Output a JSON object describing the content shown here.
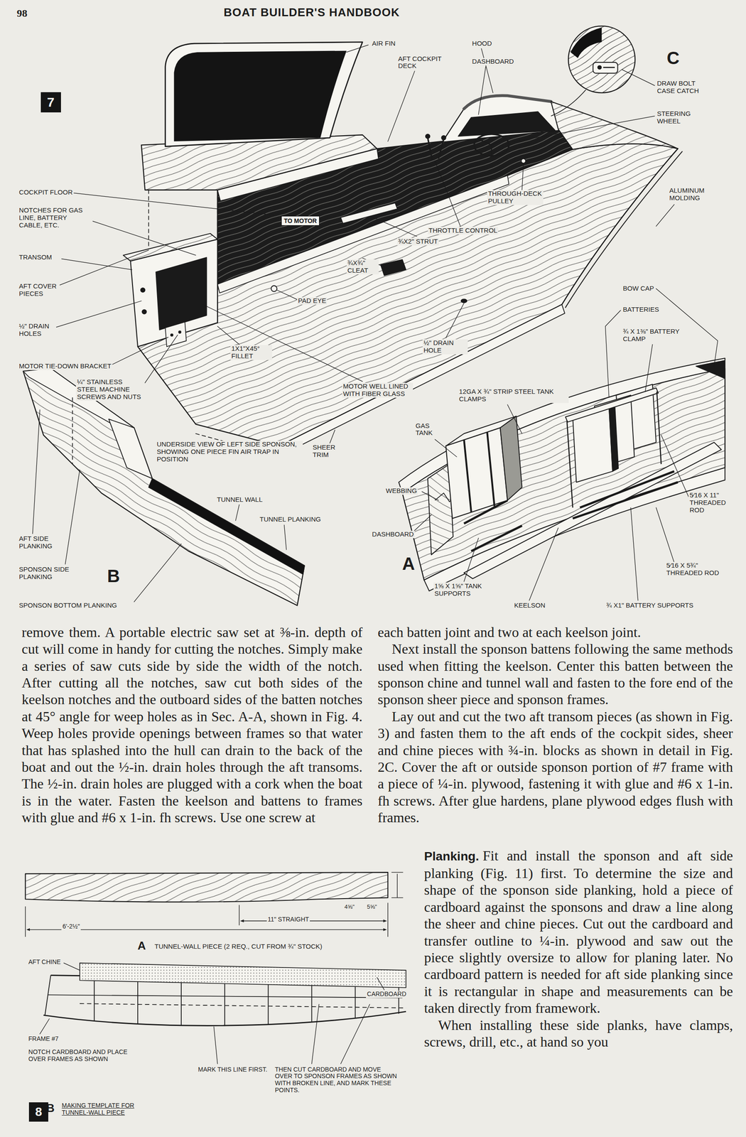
{
  "diagram": {
    "title": "BOAT BUILDER'S HANDBOOK",
    "nodes": [
      {
        "text": [
          "7"
        ]
      },
      {
        "text": [
          "TO MOTOR"
        ]
      },
      {
        "text": [
          "8"
        ]
      }
    ],
    "labels": [
      "98",
      "AIR FIN",
      "HOOD",
      "AFT COCKPIT DECK",
      "DASHBOARD",
      "C",
      "DRAW BOLT CASE CATCH",
      "STEERING WHEEL",
      "ALUMINUM MOLDING",
      "COCKPIT FLOOR",
      "NOTCHES FOR GAS LINE, BATTERY CABLE, ETC.",
      "TRANSOM",
      "THROUGH-DECK PULLEY",
      "THROTTLE CONTROL",
      "¾X2\" STRUT",
      "¾X¾\" CLEAT",
      "PAD EYE",
      "AFT COVER PIECES",
      "½\" DRAIN HOLES",
      "1X1\"X45° FILLET",
      "MOTOR TIE-DOWN BRACKET",
      "¼\" STAINLESS STEEL MACHINE SCREWS AND NUTS",
      "MOTOR WELL LINED WITH FIBER GLASS",
      "½\" DRAIN HOLE",
      "BOW CAP",
      "BATTERIES",
      "¾ X 1⅜\" BATTERY CLAMP",
      "12GA X ¾\" STRIP STEEL TANK CLAMPS",
      "GAS TANK",
      "SHEER TRIM",
      "UNDERSIDE VIEW OF LEFT SIDE SPONSON, SHOWING ONE PIECE FIN AIR TRAP IN POSITION",
      "TUNNEL WALL",
      "TUNNEL PLANKING",
      "WEBBING",
      "5⁄16 X 11\" THREADED ROD",
      "DASHBOARD",
      "A",
      "5⁄16 X 5¾\" THREADED ROD",
      "AFT SIDE PLANKING",
      "SPONSON SIDE PLANKING",
      "B",
      "SPONSON BOTTOM PLANKING",
      "1⅝ X 1⅝\" TANK SUPPORTS",
      "KEELSON",
      "¾ X1\" BATTERY SUPPORTS",
      "remove them. A portable electric saw set at ⅜-in. depth of cut will come in handy for cutting the notches. Simply make a series of saw cuts side by side the width of the notch. After cutting all the notches, saw cut both sides of the keelson notches and the outboard sides of the batten notches at 45° angle for weep holes as in Sec. A-A, shown in Fig. 4. Weep holes provide openings between frames so that water that has splashed into the hull can drain to the back of the boat and out the ½-in. drain holes through the aft transoms. The ½-in. drain holes are plugged with a cork when the boat is in the water. Fasten the keelson and battens to frames with glue and #6 x 1-in. fh screws. Use one screw at",
      "each batten joint and two at each keelson joint.",
      "Next install the sponson battens following the same methods used when fitting the keelson. Center this batten between the sponson chine and tunnel wall and fasten to the fore end of the sponson sheer piece and sponson frames.",
      "Lay out and cut the two aft transom pieces (as shown in Fig. 3) and fasten them to the aft ends of the cockpit sides, sheer and chine pieces with ¾-in. blocks as shown in detail in Fig. 2C. Cover the aft or outside sponson portion of #7 frame with a piece of ¼-in. plywood, fastening it with glue and #6 x 1-in. fh screws. After glue hardens, plane plywood edges flush with frames.",
      "Planking.",
      "Fit and install the sponson and aft side planking (Fig. 11) first. To determine the size and shape of the sponson side planking, hold a piece of cardboard against the sponsons and draw a line along the sheer and chine pieces. Cut out the cardboard and transfer outline to ¼-in. plywood and saw out the piece slightly oversize to allow for planing later. No cardboard pattern is needed for aft side planking since it is rectangular in shape and measurements can be taken directly from framework.",
      "When installing these side planks, have clamps, screws, drill, etc., at hand so you",
      "6'-2½\"",
      "11\" STRAIGHT",
      "4⅝\"",
      "5⅝\"",
      "A",
      "TUNNEL-WALL PIECE (2 REQ., CUT FROM ¾\" STOCK)",
      "AFT CHINE",
      "CARDBOARD",
      "FRAME #7",
      "NOTCH CARDBOARD AND PLACE OVER FRAMES AS SHOWN",
      "MARK THIS LINE FIRST.",
      "THEN CUT CARDBOARD AND MOVE OVER TO SPONSON FRAMES AS SHOWN WITH BROKEN LINE, AND MARK THESE POINTS.",
      "B",
      "MAKING TEMPLATE FOR TUNNEL-WALL PIECE"
    ]
  }
}
